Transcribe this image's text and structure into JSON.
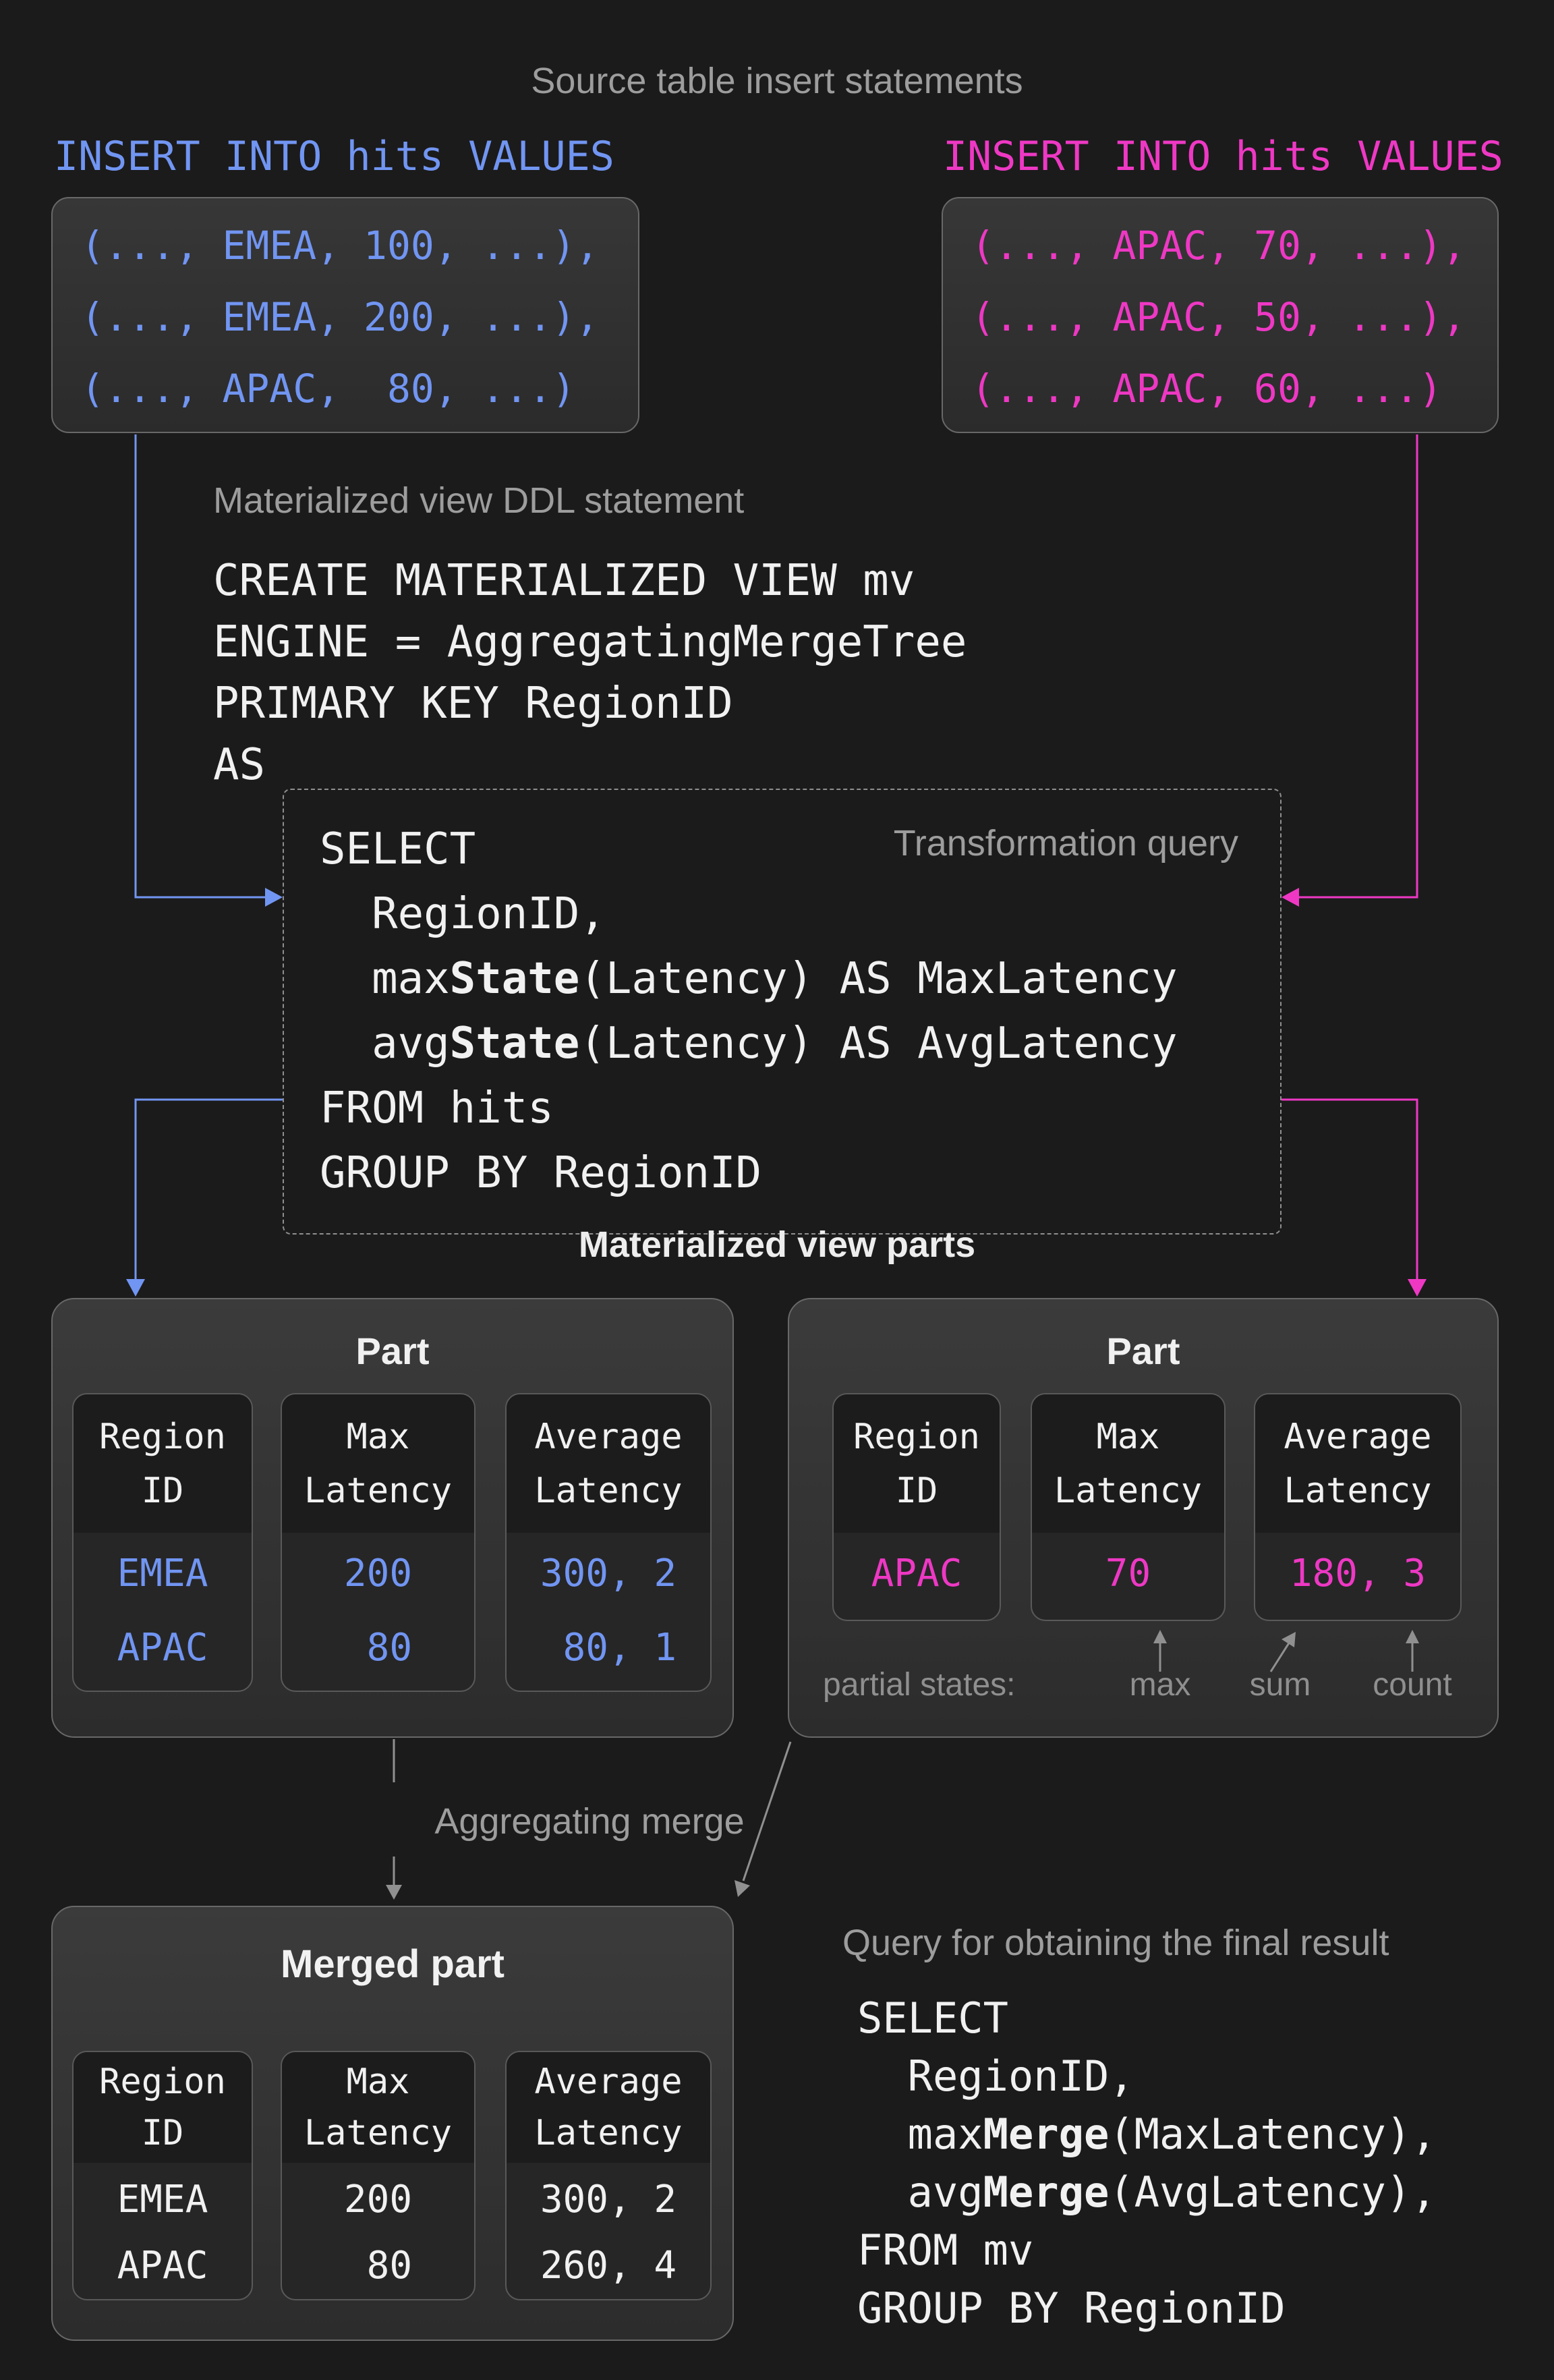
{
  "colors": {
    "bg": "#1b1b1b",
    "white": "#f1f1f1",
    "gray": "#9d9d9d",
    "graydim": "#8f8f8f",
    "blue": "#7195f2",
    "pink": "#ee38c4",
    "arrowgray": "#909090",
    "boxtop": "#373737",
    "boxbottom": "#2b2b2b",
    "boxborder": "#686868",
    "parttop": "#3b3b3b",
    "partbottom": "#2c2c2c",
    "colbg": "#262626",
    "colheaderbg": "#1c1c1c",
    "colborder": "#595959",
    "dashborder": "#8f8f8f"
  },
  "header": {
    "title": "Source table insert statements"
  },
  "inserts": {
    "left": {
      "heading": "INSERT INTO hits VALUES",
      "rows": [
        "(..., EMEA, 100, ...),",
        "(..., EMEA, 200, ...),",
        "(..., APAC,  80, ...)"
      ]
    },
    "right": {
      "heading": "INSERT INTO hits VALUES",
      "rows": [
        "(..., APAC, 70, ...),",
        "(..., APAC, 50, ...),",
        "(..., APAC, 60, ...)"
      ]
    }
  },
  "ddl": {
    "label": "Materialized view DDL statement",
    "lines": [
      "CREATE MATERIALIZED VIEW mv",
      "ENGINE = AggregatingMergeTree",
      "PRIMARY KEY RegionID",
      "AS"
    ]
  },
  "transform": {
    "label": "Transformation query",
    "lines": [
      "SELECT",
      "  RegionID,",
      "  max**State**(Latency) AS MaxLatency",
      "  avg**State**(Latency) AS AvgLatency",
      "FROM hits",
      "GROUP BY RegionID"
    ]
  },
  "parts_section": {
    "heading": "Materialized view parts"
  },
  "part_left": {
    "title": "Part",
    "columns": [
      {
        "header": [
          "Region",
          "ID"
        ],
        "values": [
          "EMEA",
          "APAC"
        ]
      },
      {
        "header": [
          "Max",
          "Latency"
        ],
        "values": [
          "200",
          " 80"
        ]
      },
      {
        "header": [
          "Average",
          "Latency"
        ],
        "values": [
          "300, 2",
          " 80, 1"
        ]
      }
    ]
  },
  "part_right": {
    "title": "Part",
    "columns": [
      {
        "header": [
          "Region",
          "ID"
        ],
        "values": [
          "APAC"
        ]
      },
      {
        "header": [
          "Max",
          "Latency"
        ],
        "values": [
          "70"
        ]
      },
      {
        "header": [
          "Average",
          "Latency"
        ],
        "values": [
          "180, 3"
        ]
      }
    ],
    "partial_states": {
      "label": "partial states:",
      "markers": [
        "max",
        "sum",
        "count"
      ]
    }
  },
  "merge": {
    "label": "Aggregating merge"
  },
  "merged": {
    "title": "Merged part",
    "columns": [
      {
        "header": [
          "Region",
          "ID"
        ],
        "values": [
          "EMEA",
          "APAC"
        ]
      },
      {
        "header": [
          "Max",
          "Latency"
        ],
        "values": [
          "200",
          " 80"
        ]
      },
      {
        "header": [
          "Average",
          "Latency"
        ],
        "values": [
          "300, 2",
          "260, 4"
        ]
      }
    ]
  },
  "final_query": {
    "label": "Query for obtaining the final result",
    "lines": [
      "SELECT",
      "  RegionID,",
      "  max**Merge**(MaxLatency),",
      "  avg**Merge**(AvgLatency),",
      "FROM mv",
      "GROUP BY RegionID"
    ]
  }
}
